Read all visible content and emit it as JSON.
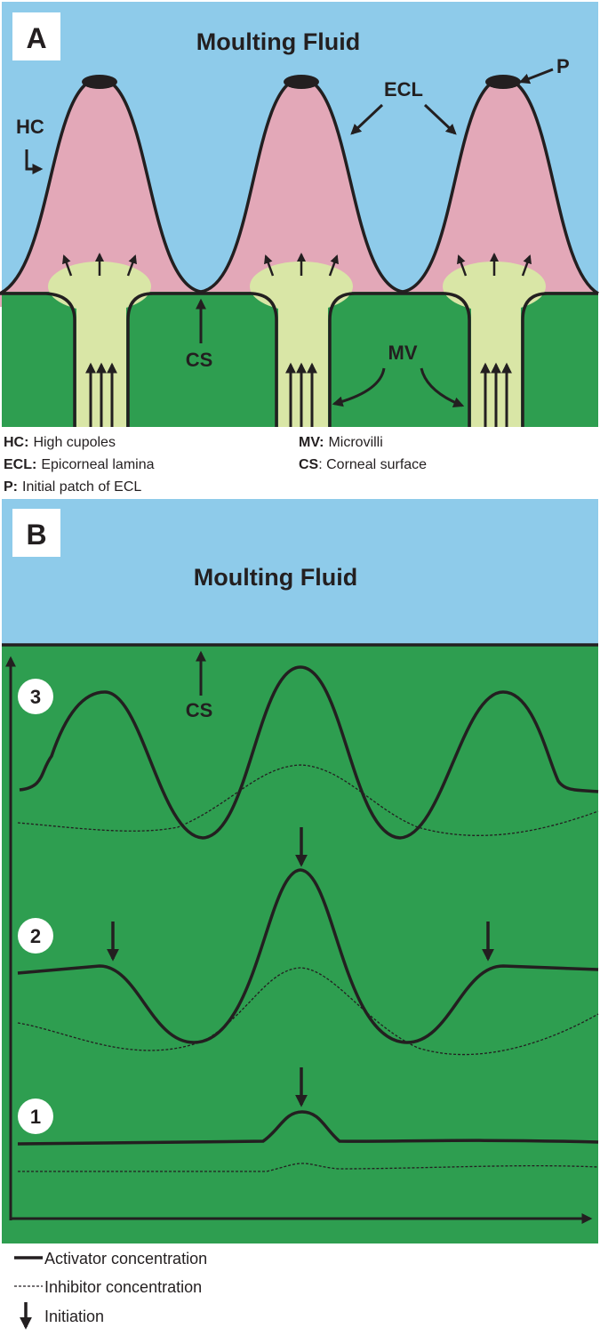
{
  "panel_a": {
    "letter": "A",
    "title": "Moulting Fluid",
    "labels": {
      "hc": "HC",
      "ecl": "ECL",
      "p": "P",
      "cs": "CS",
      "mv": "MV"
    },
    "legend": [
      {
        "key": "HC:",
        "value": "High cupoles"
      },
      {
        "key": "ECL:",
        "value": "Epicorneal lamina"
      },
      {
        "key": "P:",
        "value": "Initial patch of ECL"
      },
      {
        "key": "MV:",
        "value": "Microvilli"
      },
      {
        "key": "CS",
        "value": ": Corneal surface"
      }
    ]
  },
  "panel_b": {
    "letter": "B",
    "title": "Moulting Fluid",
    "cs_label": "CS",
    "stage_numbers": [
      "3",
      "2",
      "1"
    ]
  },
  "key": [
    {
      "symbol": "solid-line",
      "label": "Activator concentration"
    },
    {
      "symbol": "dashed-line",
      "label": "Inhibitor concentration"
    },
    {
      "symbol": "down-arrow-icon",
      "label": "Initiation"
    }
  ],
  "colors": {
    "fluid": "#8ecbea",
    "cuticle_green": "#2e9e50",
    "cupola_pink": "#e3a8b8",
    "microvilli_yellow": "#d9e6a6",
    "ink": "#231f20"
  }
}
